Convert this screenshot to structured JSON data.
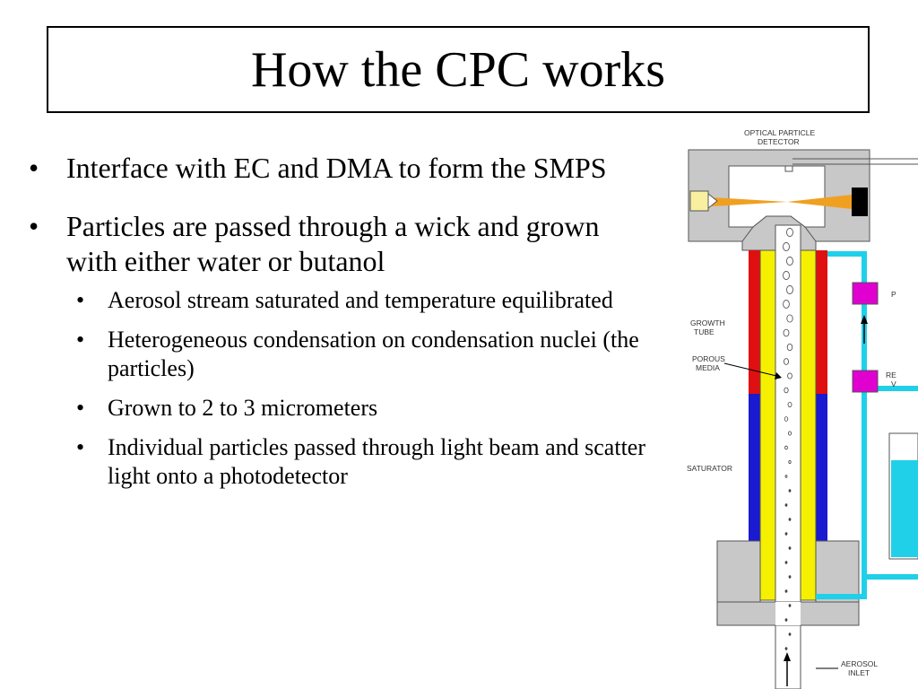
{
  "title": "How the CPC works",
  "bullets": [
    {
      "text": "Interface with EC and DMA to form the SMPS"
    },
    {
      "text": "Particles are passed through a wick and grown with either water or butanol",
      "sub": [
        {
          "text": "Aerosol stream saturated and temperature equilibrated"
        },
        {
          "text": "Heterogeneous condensation on condensation nuclei (the particles)"
        },
        {
          "text": "Grown to 2 to 3 micrometers"
        },
        {
          "text": "Individual particles passed through light beam and scatter light onto a photodetector"
        }
      ]
    }
  ],
  "diagram": {
    "labels": {
      "optical_line1": "OPTICAL PARTICLE",
      "optical_line2": "DETECTOR",
      "growth_line1": "GROWTH",
      "growth_line2": "TUBE",
      "porous_line1": "POROUS",
      "porous_line2": "MEDIA",
      "saturator": "SATURATOR",
      "aerosol_line1": "AEROSOL",
      "aerosol_line2": "INLET",
      "right_cut1": "P",
      "right_cut2": "RE",
      "right_cut3": "V"
    },
    "colors": {
      "housing": "#c8c8c8",
      "condenser": "#e01010",
      "saturator": "#1a1ad0",
      "wick": "#f5f000",
      "flow_line": "#20d0e8",
      "pump": "#e000d0",
      "light_beam": "#f0a020",
      "laser": "#f8f0a0",
      "detector": "#000000"
    }
  }
}
